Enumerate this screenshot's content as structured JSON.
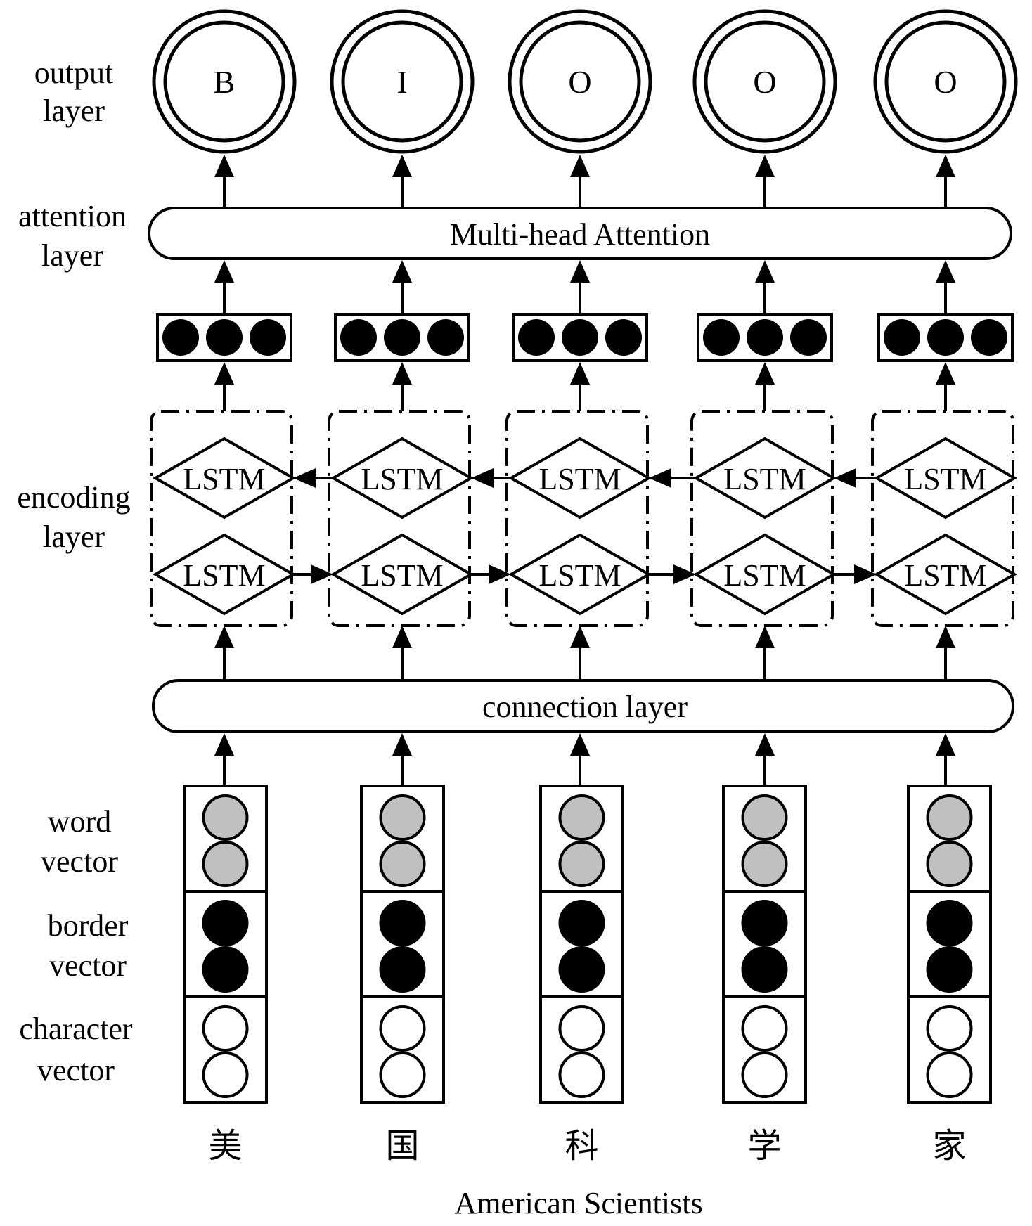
{
  "row_labels": {
    "output": [
      "output",
      "layer"
    ],
    "attention": [
      "attention",
      "layer"
    ],
    "encoding": [
      "encoding",
      "layer"
    ],
    "word_vector": [
      "word",
      "vector"
    ],
    "border_vector": [
      "border",
      "vector"
    ],
    "character_vector": [
      "character",
      "vector"
    ]
  },
  "output_tags": [
    "B",
    "I",
    "O",
    "O",
    "O"
  ],
  "attention_label": "Multi-head Attention",
  "lstm_label": "LSTM",
  "connection_label": "connection layer",
  "characters": [
    "美",
    "国",
    "科",
    "学",
    "家"
  ],
  "caption": "American Scientists",
  "colors": {
    "stroke": "#000000",
    "word_vector_fill": "#c0c0c0",
    "border_vector_fill": "#000000",
    "character_vector_fill": "#ffffff",
    "hidden_state_fill": "#000000"
  }
}
